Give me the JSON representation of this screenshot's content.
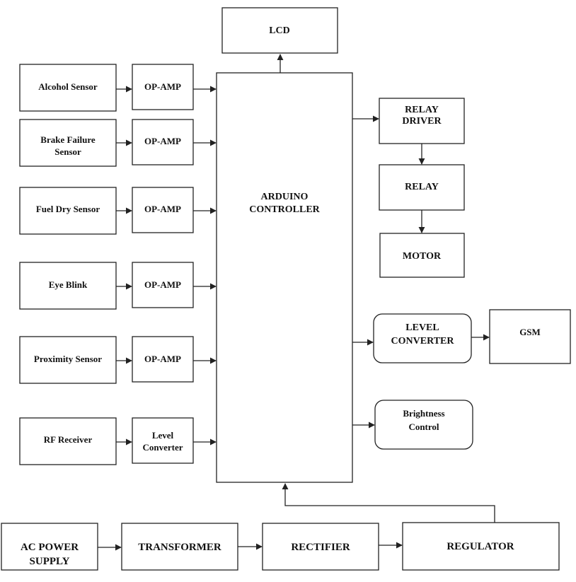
{
  "blocks": {
    "lcd": "LCD",
    "arduino": [
      "ARDUINO",
      "CONTROLLER"
    ],
    "alcohol_sensor": "Alcohol Sensor",
    "brake_failure_sensor": [
      "Brake Failure",
      "Sensor"
    ],
    "fuel_dry_sensor": "Fuel Dry Sensor",
    "eye_blink": "Eye Blink",
    "proximity_sensor": "Proximity Sensor",
    "rf_receiver": "RF Receiver",
    "op_amp": "OP-AMP",
    "rf_level_converter": [
      "Level",
      "Converter"
    ],
    "relay_driver": [
      "RELAY",
      "DRIVER"
    ],
    "relay": "RELAY",
    "motor": "MOTOR",
    "level_converter": [
      "LEVEL",
      "CONVERTER"
    ],
    "gsm": "GSM",
    "brightness_control": [
      "Brightness",
      "Control"
    ],
    "ac_power_supply": [
      "AC POWER",
      "SUPPLY"
    ],
    "transformer": "TRANSFORMER",
    "rectifier": "RECTIFIER",
    "regulator": "REGULATOR"
  }
}
